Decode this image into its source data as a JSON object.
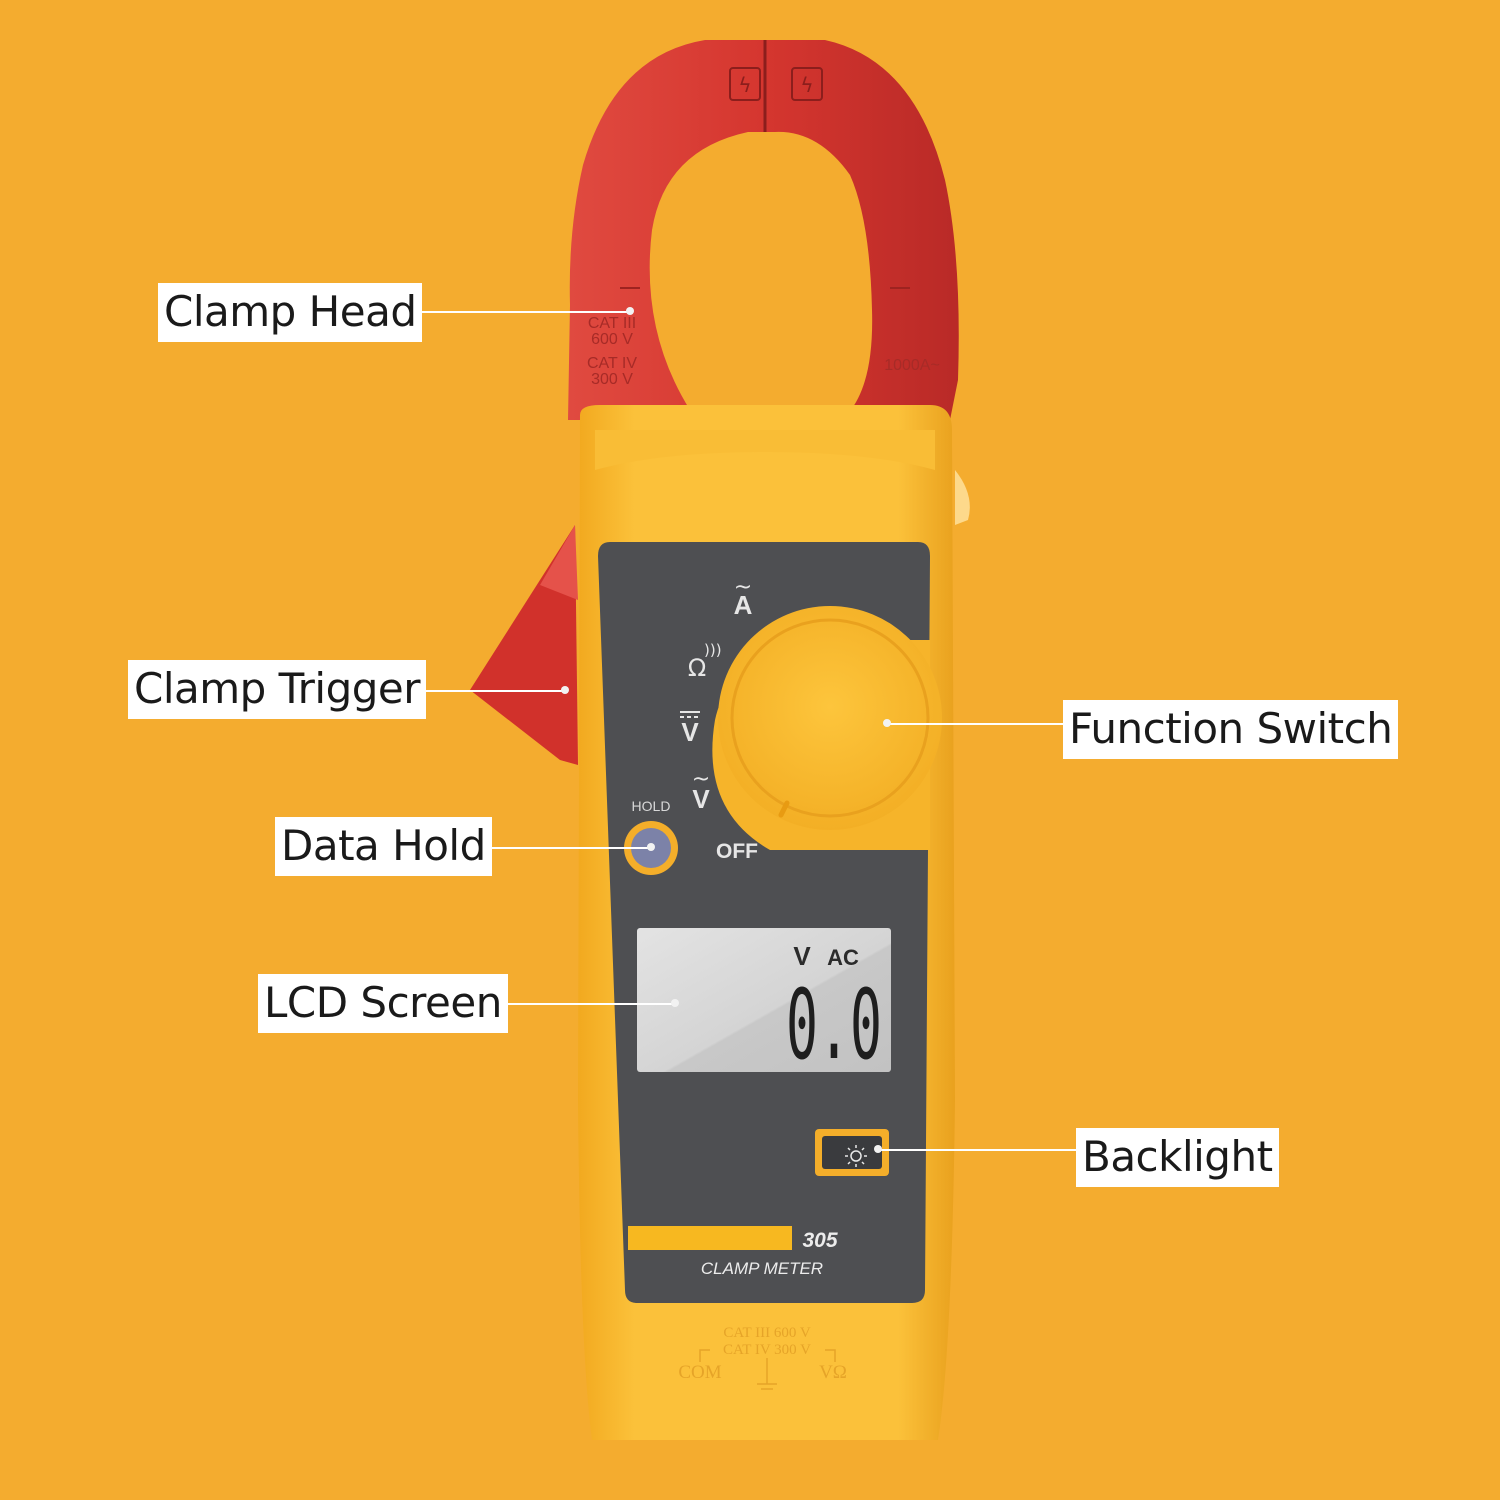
{
  "callouts": {
    "clamp_head": "Clamp Head",
    "clamp_trigger": "Clamp Trigger",
    "data_hold": "Data Hold",
    "lcd_screen": "LCD Screen",
    "function_switch": "Function Switch",
    "backlight": "Backlight"
  },
  "meter": {
    "clamp_cat1_line1": "CAT III",
    "clamp_cat1_line2": "600 V",
    "clamp_cat2_line1": "CAT IV",
    "clamp_cat2_line2": "300 V",
    "clamp_rating": "1000A~",
    "dial_labels": {
      "amps": "A",
      "ohms": "Ω",
      "vdc": "V",
      "vac": "V",
      "off": "OFF"
    },
    "hold_label": "HOLD",
    "lcd": {
      "unit": "V",
      "mode": "AC",
      "reading": "0.0"
    },
    "model_number": "305",
    "model_name": "CLAMP METER",
    "terminal_cat1": "CAT III 600 V",
    "terminal_cat2": "CAT IV 300 V",
    "terminal_com": "COM",
    "terminal_vohm": "VΩ"
  },
  "colors": {
    "background": "#F4AC2F",
    "body": "#F7B82A",
    "clamp": "#D23A33",
    "panel": "#4E4F52",
    "lcd": "#D9D9D9"
  }
}
